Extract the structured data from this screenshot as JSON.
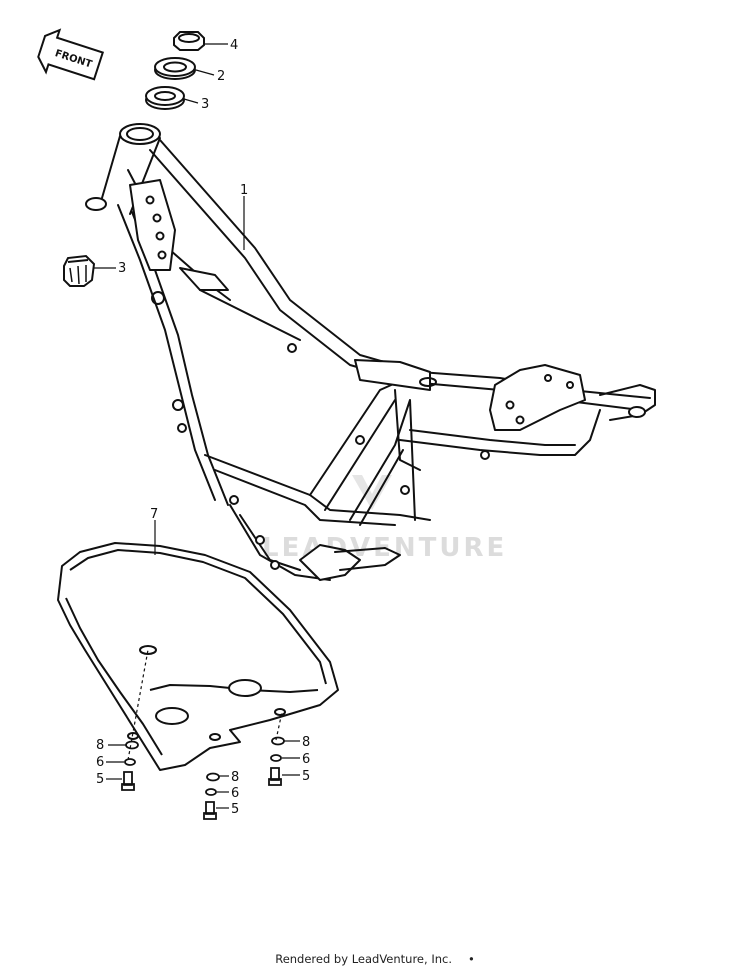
{
  "diagram": {
    "front_label": "FRONT",
    "watermark": "LEADVENTURE",
    "callouts": [
      {
        "id": "c4_top",
        "label": "4"
      },
      {
        "id": "c2_top",
        "label": "2"
      },
      {
        "id": "c3_top",
        "label": "3"
      },
      {
        "id": "c1_frame",
        "label": "1"
      },
      {
        "id": "c3_nut",
        "label": "3"
      },
      {
        "id": "c7_guard",
        "label": "7"
      },
      {
        "id": "c8_left",
        "label": "8"
      },
      {
        "id": "c6_left",
        "label": "6"
      },
      {
        "id": "c5_left",
        "label": "5"
      },
      {
        "id": "c8_right",
        "label": "8"
      },
      {
        "id": "c6_right",
        "label": "6"
      },
      {
        "id": "c5_right",
        "label": "5"
      },
      {
        "id": "c8_mid",
        "label": "8"
      },
      {
        "id": "c6_mid",
        "label": "6"
      },
      {
        "id": "c5_mid",
        "label": "5"
      }
    ]
  },
  "footer": {
    "text": "Rendered by LeadVenture, Inc.",
    "dot": "•"
  }
}
